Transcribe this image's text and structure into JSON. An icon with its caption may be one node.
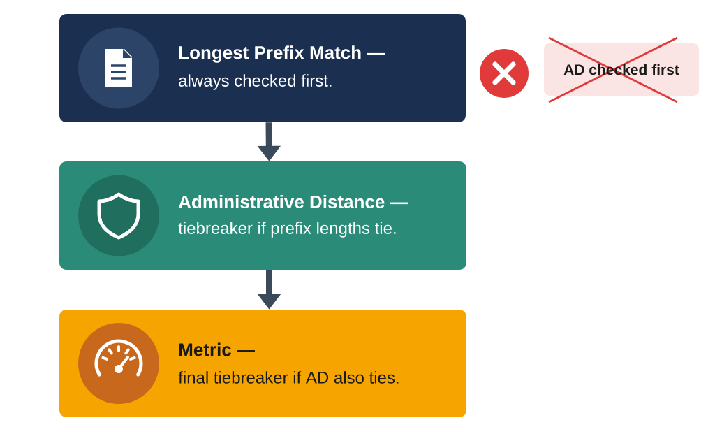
{
  "diagram": {
    "nodes": [
      {
        "text": [
          "Longest Prefix Match —",
          "always checked first."
        ]
      },
      {
        "text": [
          "Administrative Distance —",
          "tiebreaker if prefix lengths tie."
        ]
      },
      {
        "text": [
          "Metric —",
          "final tiebreaker if AD also ties."
        ]
      },
      {
        "text": [
          "AD checked first"
        ]
      }
    ],
    "edges": [
      {
        "from": 0,
        "to": 1,
        "arrow": "to"
      },
      {
        "from": 1,
        "to": 2,
        "arrow": "to"
      }
    ]
  }
}
